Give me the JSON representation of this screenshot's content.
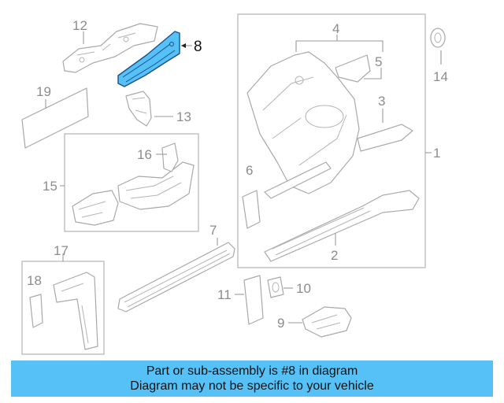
{
  "diagram": {
    "highlight_color": "#56c1f6",
    "highlighted_part": "8",
    "callouts": {
      "c1": "1",
      "c2": "2",
      "c3": "3",
      "c4": "4",
      "c5": "5",
      "c6": "6",
      "c7": "7",
      "c8": "8",
      "c9": "9",
      "c10": "10",
      "c11": "11",
      "c12": "12",
      "c13": "13",
      "c14": "14",
      "c15": "15",
      "c16": "16",
      "c17": "17",
      "c18": "18",
      "c19": "19"
    }
  },
  "caption": {
    "line1": "Part or sub-assembly is #8 in diagram",
    "line2": "Diagram may not be specific to your vehicle",
    "background": "#56c1f6"
  }
}
